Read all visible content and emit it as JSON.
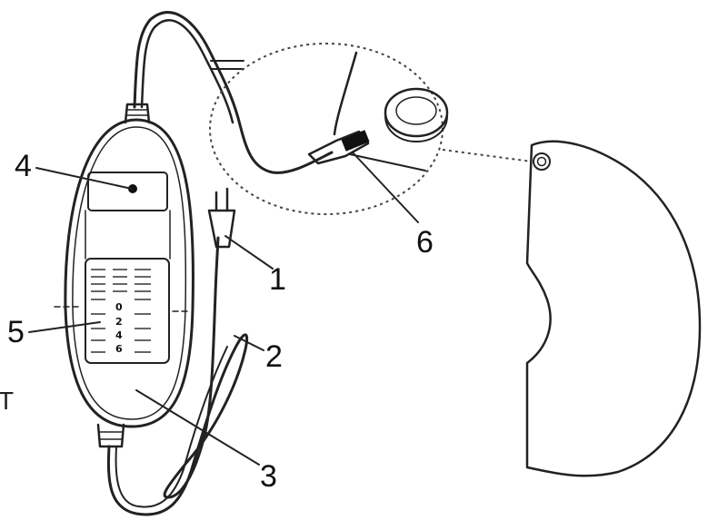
{
  "callouts": [
    {
      "id": "plug",
      "label": "1"
    },
    {
      "id": "cord",
      "label": "2"
    },
    {
      "id": "controller",
      "label": "3"
    },
    {
      "id": "indicator-light",
      "label": "4"
    },
    {
      "id": "heat-setting-dial",
      "label": "5"
    },
    {
      "id": "connector",
      "label": "6"
    }
  ],
  "dial_settings": [
    "0",
    "2",
    "4",
    "6"
  ],
  "edge_letter": "T",
  "colors": {
    "line": "#222222",
    "background": "#ffffff",
    "dotted": "#444444"
  }
}
